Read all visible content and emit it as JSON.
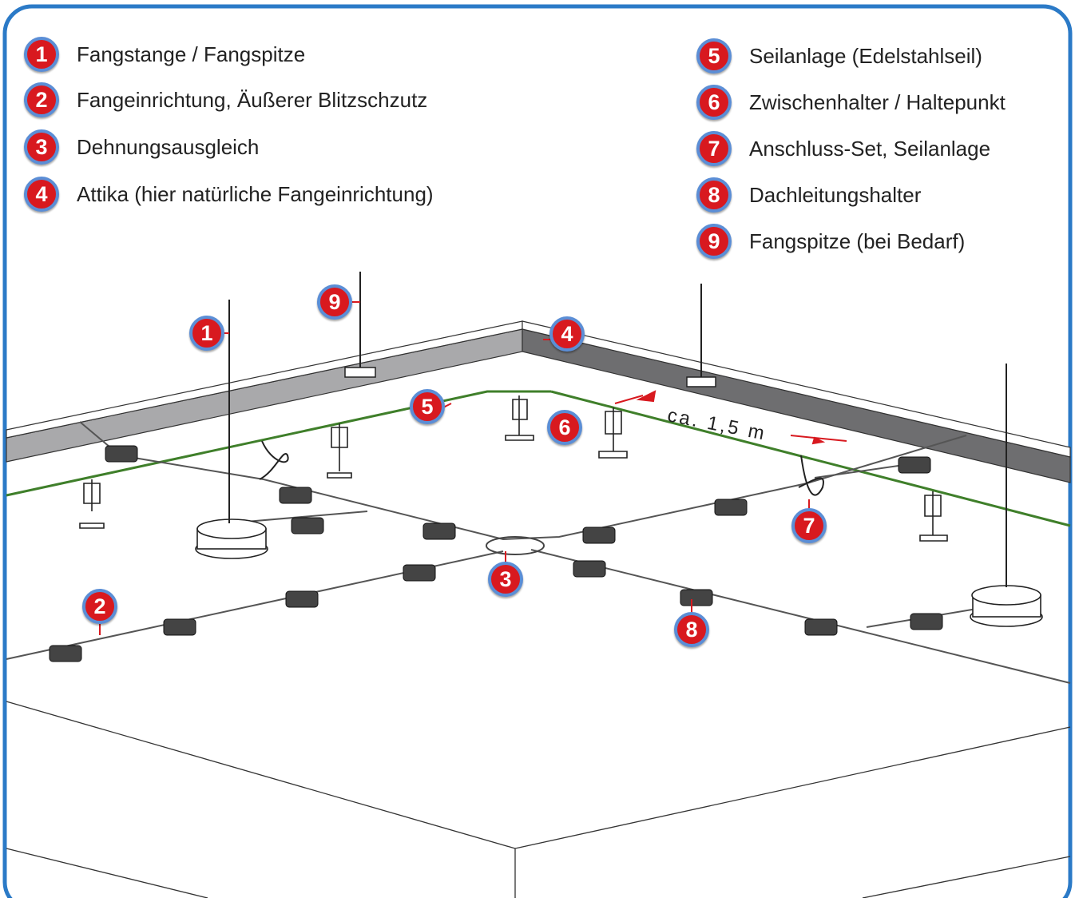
{
  "legend_left": [
    {
      "number": "1",
      "label": "Fangstange / Fangspitze"
    },
    {
      "number": "2",
      "label": "Fangeinrichtung, Äußerer Blitzschzutz"
    },
    {
      "number": "3",
      "label": "Dehnungsausgleich"
    },
    {
      "number": "4",
      "label": "Attika (hier natürliche Fangeinrichtung)"
    }
  ],
  "legend_right": [
    {
      "number": "5",
      "label": "Seilanlage (Edelstahlseil)"
    },
    {
      "number": "6",
      "label": "Zwischenhalter / Haltepunkt"
    },
    {
      "number": "7",
      "label": "Anschluss-Set, Seilanlage"
    },
    {
      "number": "8",
      "label": "Dachleitungshalter"
    },
    {
      "number": "9",
      "label": "Fangspitze  (bei Bedarf)"
    }
  ],
  "callouts": {
    "c1": "1",
    "c2": "2",
    "c3": "3",
    "c4": "4",
    "c5": "5",
    "c6": "6",
    "c7": "7",
    "c8": "8",
    "c9": "9"
  },
  "dimension_label": "ca. 1,5 m",
  "colors": {
    "frame": "#2b7ac7",
    "badge_fill": "#d8191f",
    "badge_ring": "#5b8ed6",
    "steel_cable": "#3f7f2a",
    "parapet": "#a9a9ab"
  }
}
